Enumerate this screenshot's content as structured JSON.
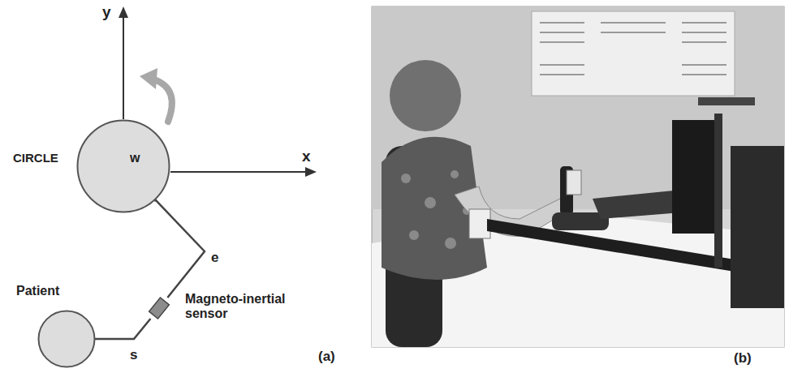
{
  "diagram": {
    "nodes": [
      {
        "text": [
          "CIRCLE",
          "w"
        ]
      },
      {
        "text": [
          "Magneto-inertial sensor"
        ]
      },
      {
        "text": [
          "Patient"
        ]
      }
    ],
    "edges": [
      {
        "from": 2,
        "to": 1,
        "arrow": "none"
      },
      {
        "from": 1,
        "to": 0,
        "arrow": "none"
      }
    ],
    "labels": [
      "y",
      "x",
      "e",
      "s",
      "(a)",
      "(b)"
    ]
  }
}
